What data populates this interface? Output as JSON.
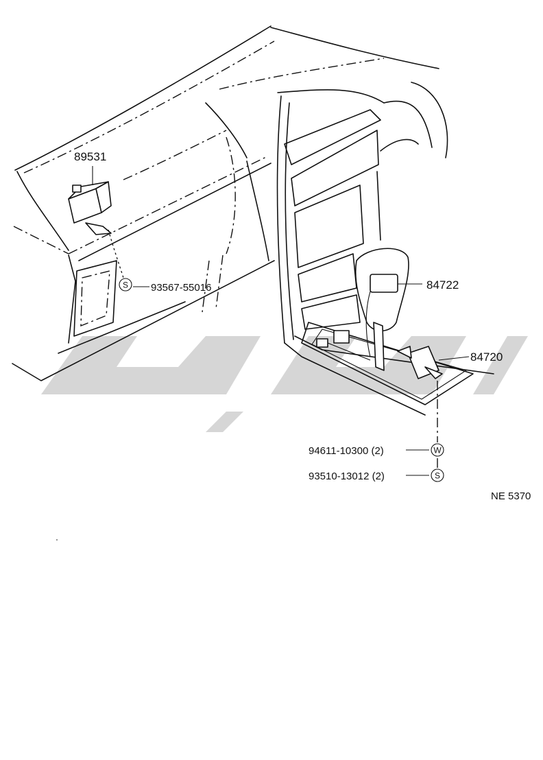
{
  "parts": {
    "p89531": "89531",
    "p93567": "93567-55016",
    "p84722": "84722",
    "p84720": "84720",
    "p94611": "94611-10300 (2)",
    "p93510": "93510-13012 (2)"
  },
  "symbols": {
    "s": "S",
    "w": "W"
  },
  "figure_code": "NE 5370",
  "watermark_color": "#c8c8c8"
}
